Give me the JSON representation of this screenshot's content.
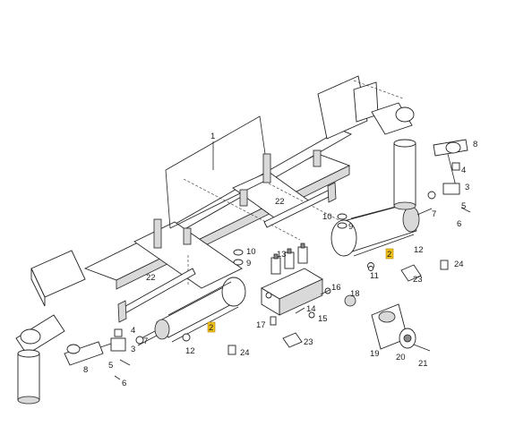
{
  "callouts": {
    "c1": "1",
    "c2a": "2",
    "c2b": "2",
    "c3a": "3",
    "c3b": "3",
    "c4a": "4",
    "c4b": "4",
    "c5a": "5",
    "c5b": "5",
    "c6a": "6",
    "c6b": "6",
    "c7a": "7",
    "c7b": "7",
    "c8a": "8",
    "c8b": "8",
    "c9a": "9",
    "c9b": "9",
    "c10a": "10",
    "c10b": "10",
    "c11": "11",
    "c12a": "12",
    "c12b": "12",
    "c13": "13",
    "c14": "14",
    "c15": "15",
    "c16": "16",
    "c17": "17",
    "c18": "18",
    "c19": "19",
    "c20": "20",
    "c21": "21",
    "c22a": "22",
    "c22b": "22",
    "c23a": "23",
    "c23b": "23",
    "c24a": "24",
    "c24b": "24"
  },
  "colors": {
    "line": "#222222",
    "highlight": "#f1c21b",
    "background": "#ffffff"
  }
}
